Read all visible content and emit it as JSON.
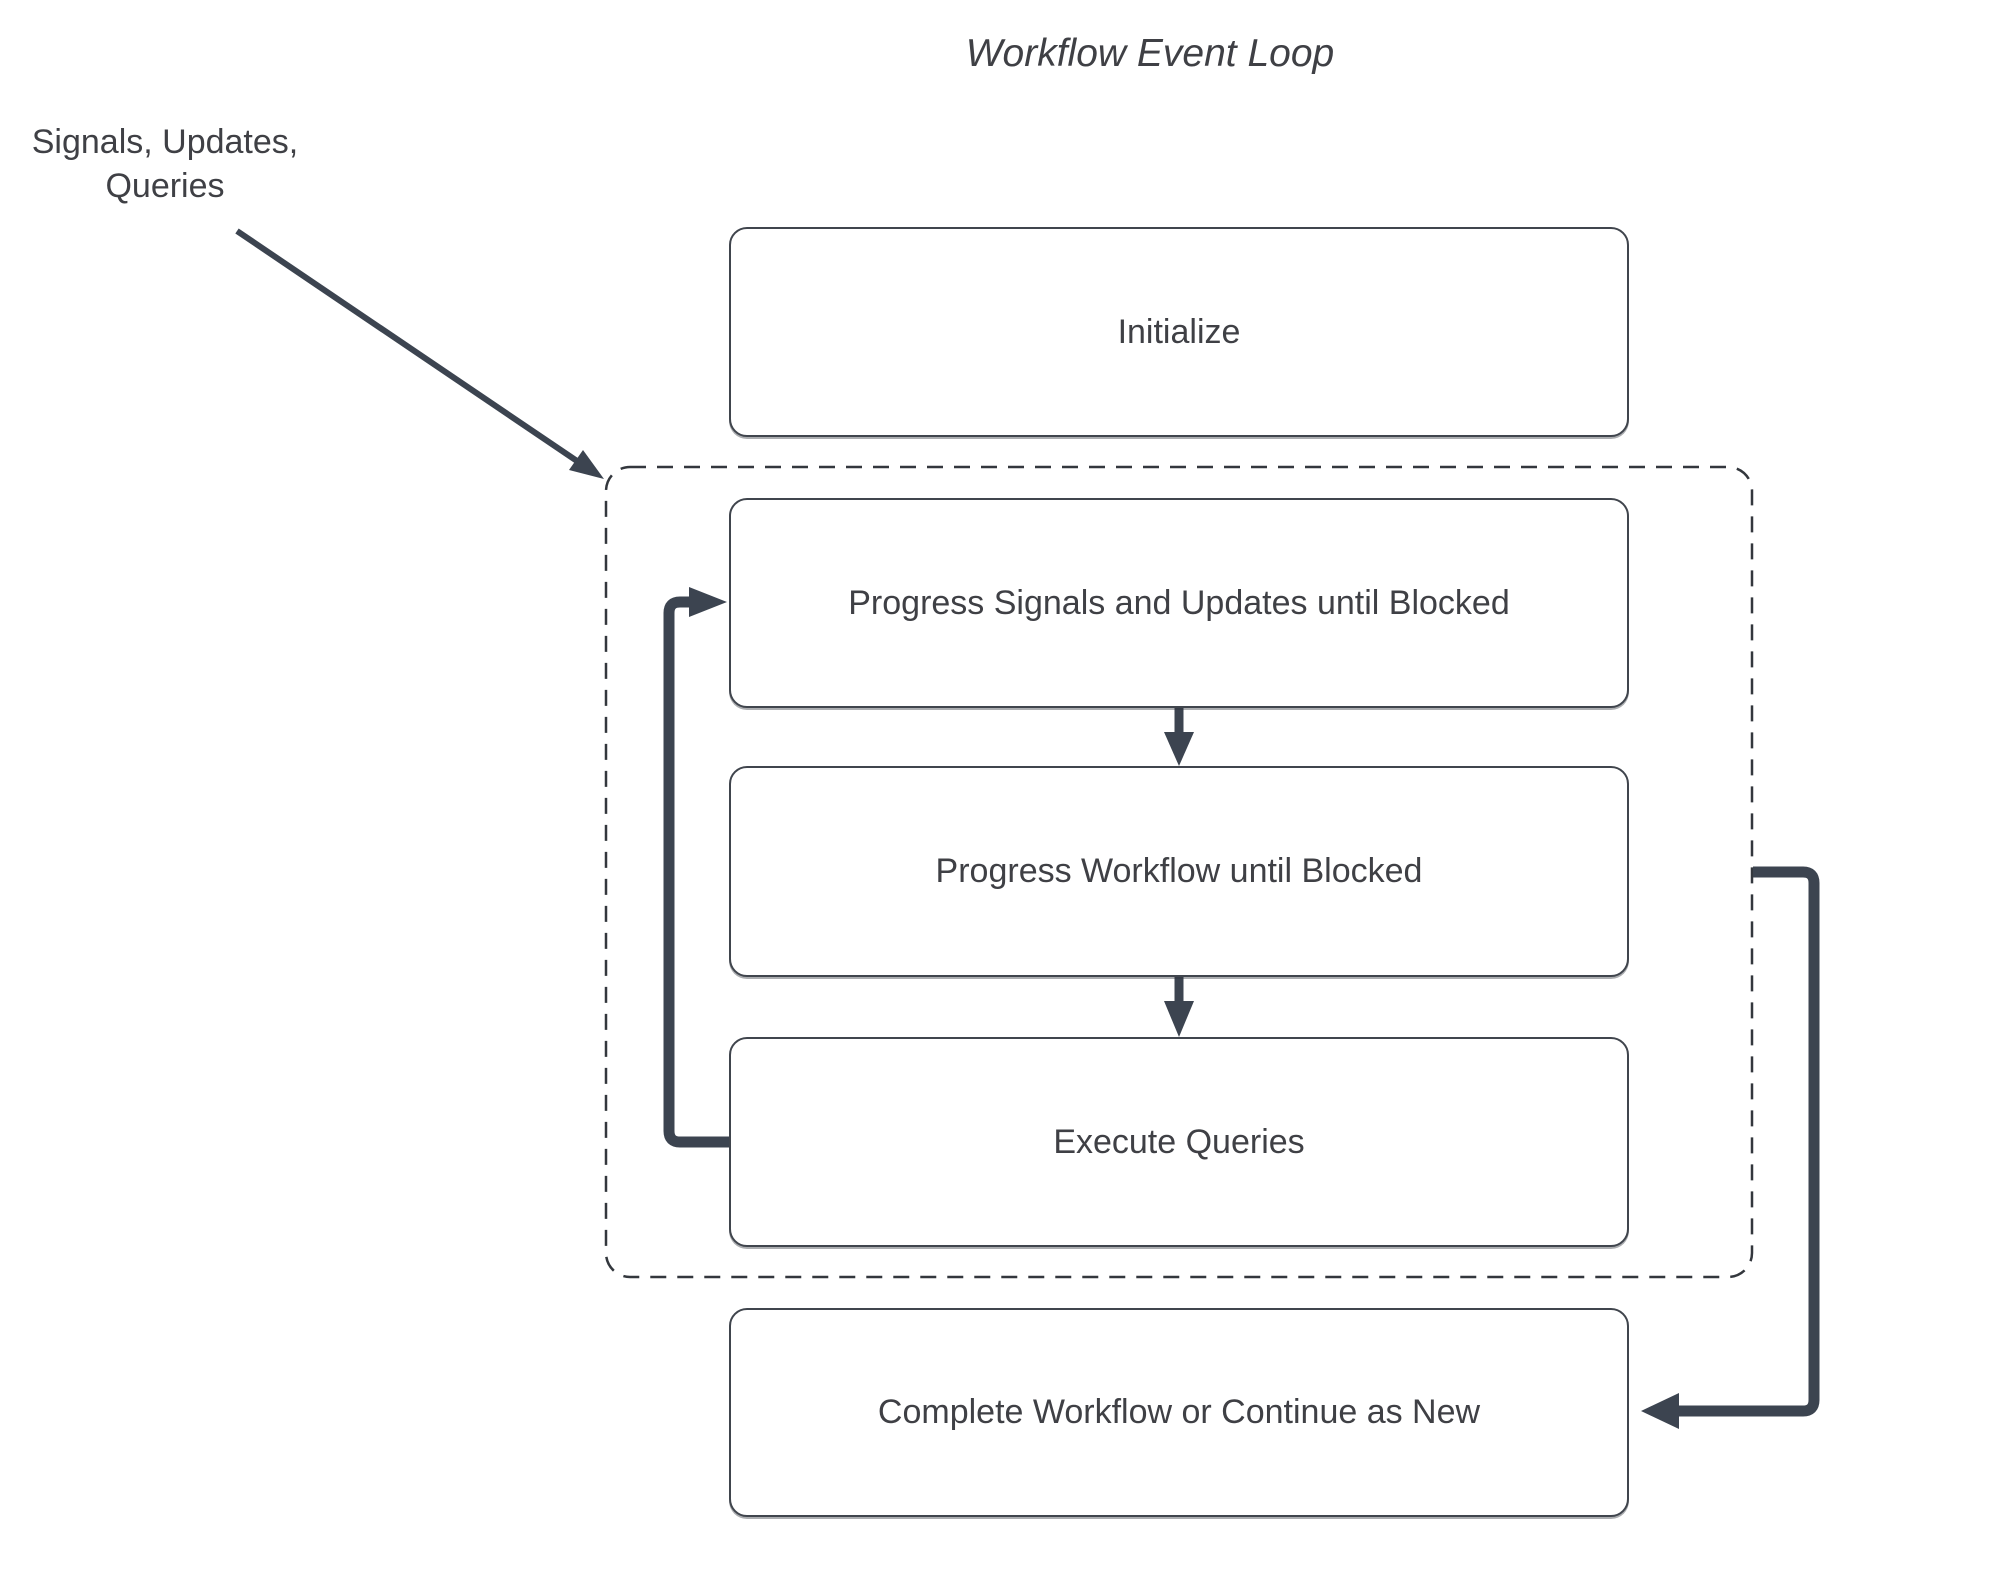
{
  "title": "Workflow Event Loop",
  "annotation": {
    "line1": "Signals, Updates,",
    "line2": "Queries"
  },
  "nodes": {
    "initialize": "Initialize",
    "progress_signals": "Progress Signals and Updates until Blocked",
    "progress_workflow": "Progress Workflow until Blocked",
    "execute_queries": "Execute Queries",
    "complete": "Complete Workflow or Continue as New"
  },
  "group": {
    "name": "event-loop-group",
    "style": "dashed"
  },
  "edges": [
    {
      "from": "annotation",
      "to": "event-loop-group",
      "type": "thin-arrow"
    },
    {
      "from": "progress_signals",
      "to": "progress_workflow",
      "type": "arrow-down"
    },
    {
      "from": "progress_workflow",
      "to": "execute_queries",
      "type": "arrow-down"
    },
    {
      "from": "execute_queries",
      "to": "progress_signals",
      "type": "thick-loop-left"
    },
    {
      "from": "event-loop-group",
      "to": "complete",
      "type": "thick-exit-right"
    }
  ],
  "colors": {
    "ink": "#3c4450",
    "border": "#40454d",
    "dash": "#33373d",
    "text": "#3f4045",
    "background": "#ffffff"
  }
}
